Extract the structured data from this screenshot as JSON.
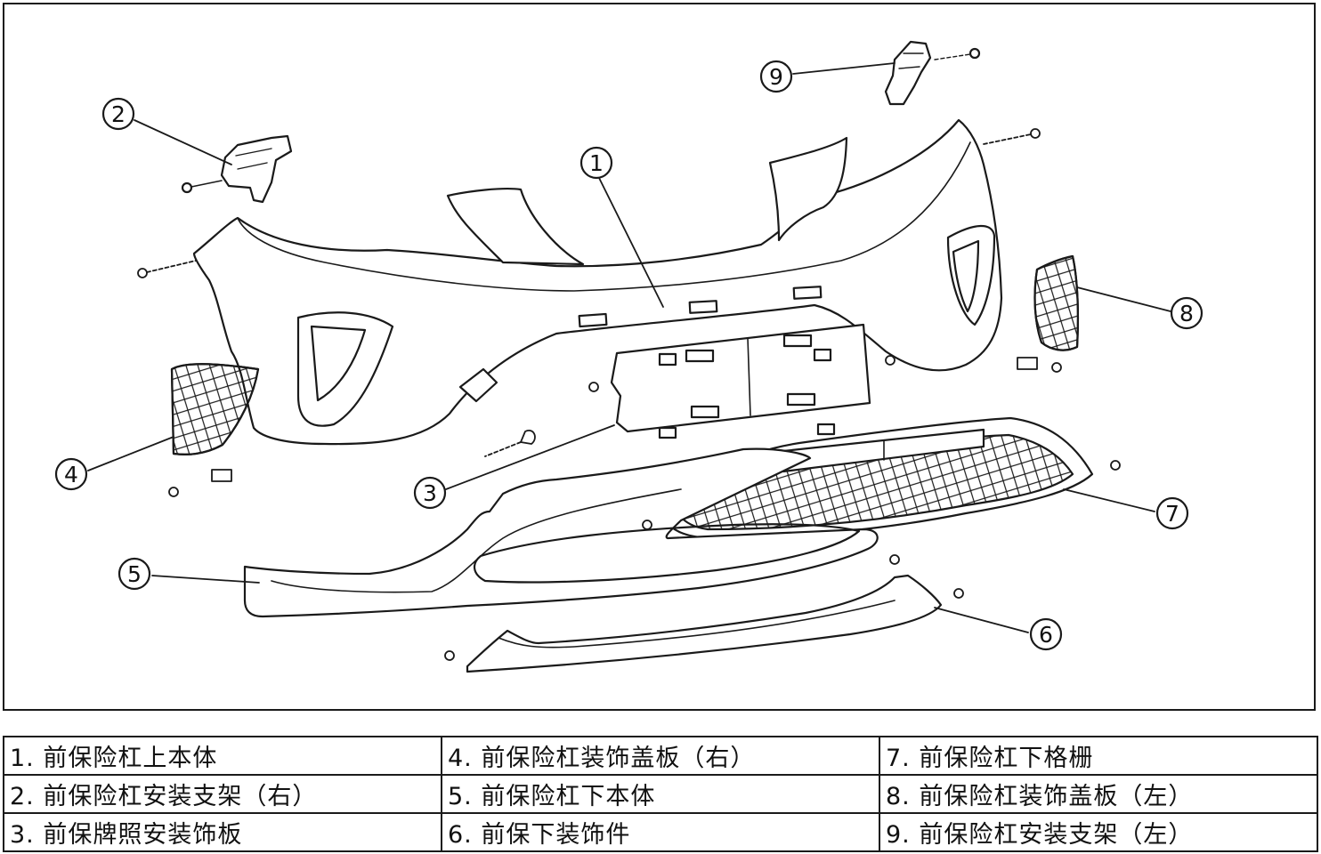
{
  "callouts": [
    "1",
    "2",
    "3",
    "4",
    "5",
    "6",
    "7",
    "8",
    "9"
  ],
  "legend": {
    "rows": [
      [
        "1. 前保险杠上本体",
        "4. 前保险杠装饰盖板（右）",
        "7. 前保险杠下格栅"
      ],
      [
        "2. 前保险杠安装支架（右）",
        "5. 前保险杠下本体",
        "8. 前保险杠装饰盖板（左）"
      ],
      [
        "3. 前保牌照安装饰板",
        "6. 前保下装饰件",
        "9. 前保险杠安装支架（左）"
      ]
    ]
  },
  "colors": {
    "line": "#1a1a1a",
    "fill": "#ffffff",
    "background": "#ffffff"
  }
}
